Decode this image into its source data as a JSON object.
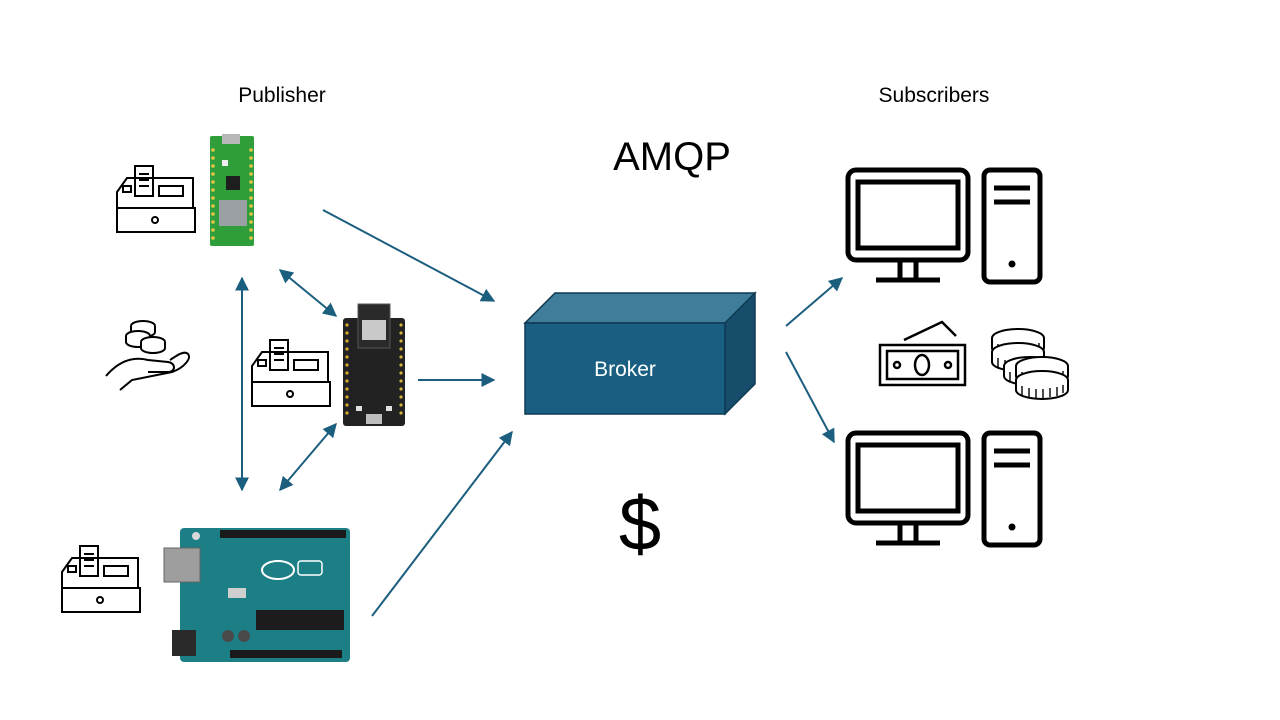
{
  "labels": {
    "publisher": "Publisher",
    "subscribers": "Subscribers",
    "protocol": "AMQP",
    "broker": "Broker",
    "dollar": "$"
  },
  "colors": {
    "arrow": "#1b5e7e",
    "broker_front": "#1a5f82",
    "broker_top": "#3f7d9b",
    "broker_side": "#154d6b",
    "pcb_green": "#2f9e3a",
    "esp_black": "#222222",
    "arduino_teal": "#1d7f86"
  },
  "icons": {
    "cash_register": "cash-register-icon",
    "coins_hand": "coins-in-hand-icon",
    "pico_board": "raspberry-pi-pico-board",
    "esp32_board": "esp32-devkit-board",
    "arduino_board": "arduino-uno-board",
    "computer": "desktop-computer-icon",
    "money": "banknote-icon",
    "coin_stack": "coin-stack-icon"
  }
}
